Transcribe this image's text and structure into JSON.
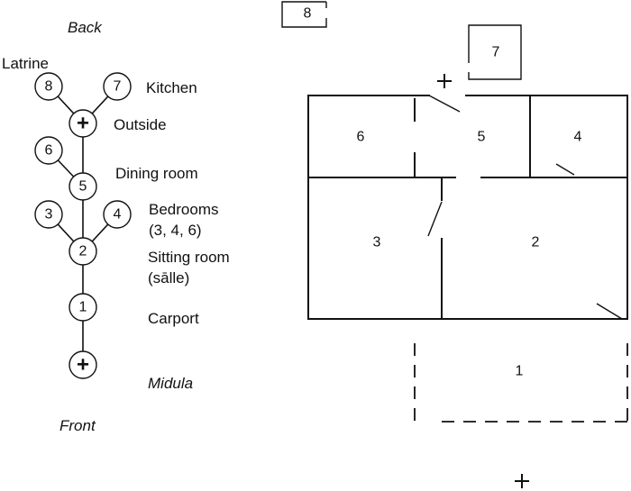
{
  "labels": {
    "back": "Back",
    "front": "Front",
    "latrine": "Latrine",
    "kitchen": "Kitchen",
    "outside": "Outside",
    "dining": "Dining room",
    "bedrooms_line1": "Bedrooms",
    "bedrooms_line2": "(3, 4, 6)",
    "sitting_line1": "Sitting room",
    "sitting_line2": "(sālle)",
    "carport": "Carport",
    "midula": "Midula"
  },
  "graph": {
    "nodes": [
      {
        "id": "8",
        "label": "8"
      },
      {
        "id": "7",
        "label": "7"
      },
      {
        "id": "outside",
        "label": "+"
      },
      {
        "id": "6",
        "label": "6"
      },
      {
        "id": "5",
        "label": "5"
      },
      {
        "id": "3",
        "label": "3"
      },
      {
        "id": "4",
        "label": "4"
      },
      {
        "id": "2",
        "label": "2"
      },
      {
        "id": "1",
        "label": "1"
      },
      {
        "id": "midula",
        "label": "+"
      }
    ],
    "edges": [
      [
        "8",
        "outside"
      ],
      [
        "7",
        "outside"
      ],
      [
        "outside",
        "5"
      ],
      [
        "6",
        "5"
      ],
      [
        "5",
        "2"
      ],
      [
        "3",
        "2"
      ],
      [
        "4",
        "2"
      ],
      [
        "2",
        "1"
      ],
      [
        "1",
        "midula"
      ]
    ]
  },
  "plan": {
    "rooms": [
      "1",
      "2",
      "3",
      "4",
      "5",
      "6",
      "7",
      "8"
    ],
    "plus": "+"
  }
}
